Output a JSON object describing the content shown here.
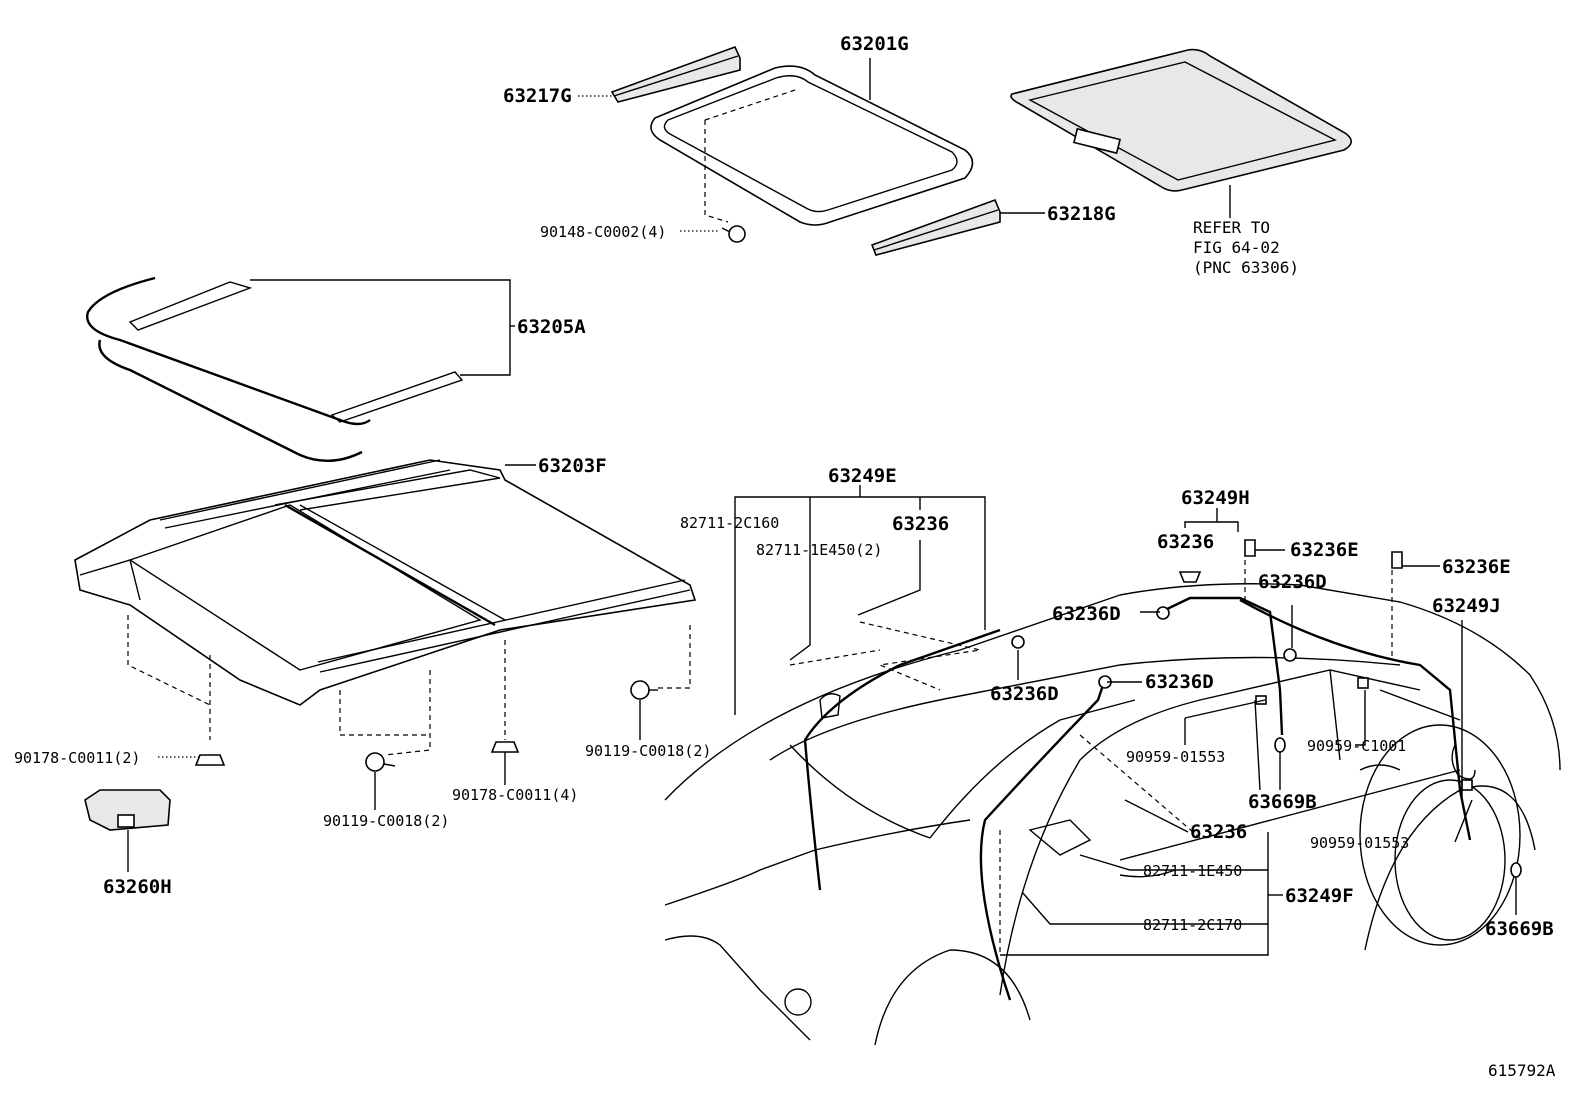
{
  "figure_id": "615792A",
  "labels": {
    "p63201G": "63201G",
    "p63217G": "63217G",
    "p63218G": "63218G",
    "p90148": "90148-C0002(4)",
    "refer1": "REFER TO",
    "refer2": "FIG 64-02",
    "refer3": "(PNC 63306)",
    "p63205A": "63205A",
    "p63203F": "63203F",
    "p90178a": "90178-C0011(2)",
    "p90178b": "90178-C0011(4)",
    "p90119a": "90119-C0018(2)",
    "p90119b": "90119-C0018(2)",
    "p63260H": "63260H",
    "p63249E": "63249E",
    "p82711_2C160": "82711-2C160",
    "p82711_1E450_2": "82711-1E450(2)",
    "p63236_a": "63236",
    "p63236D_a": "63236D",
    "p63236D_b": "63236D",
    "p63236D_c": "63236D",
    "p63236D_d": "63236D",
    "p63249H": "63249H",
    "p63236_b": "63236",
    "p63236E_a": "63236E",
    "p63236E_b": "63236E",
    "p63249J": "63249J",
    "p90959_01553_a": "90959-01553",
    "p90959_C1001": "90959-C1001",
    "p63669B_a": "63669B",
    "p63236_c": "63236",
    "p82711_1E450": "82711-1E450",
    "p63249F": "63249F",
    "p90959_01553_b": "90959-01553",
    "p82711_2C170": "82711-2C170",
    "p63669B_b": "63669B"
  }
}
